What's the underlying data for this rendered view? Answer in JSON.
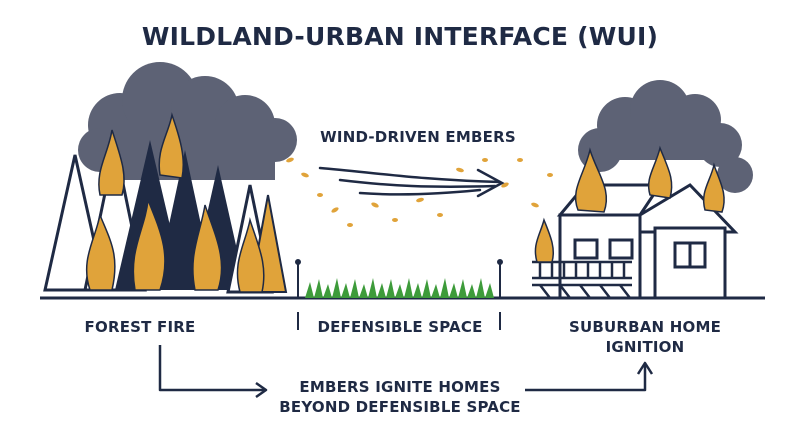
{
  "title": "WILDLAND-URBAN INTERFACE (WUI)",
  "labels": {
    "wind_embers": "WIND-DRIVEN EMBERS",
    "forest_fire": "FOREST FIRE",
    "defensible_space": "DEFENSIBLE SPACE",
    "suburban_home_line1": "SUBURBAN HOME",
    "suburban_home_line2": "IGNITION",
    "embers_ignite_line1": "EMBERS IGNITE HOMES",
    "embers_ignite_line2": "BEYOND DEFENSIBLE SPACE"
  },
  "colors": {
    "navy": "#1f2a44",
    "flame": "#e0a33a",
    "smoke": "#5d6275",
    "grass": "#3d9b3a",
    "background": "#ffffff"
  },
  "icons": [
    "pine-tree-icon",
    "flame-icon",
    "smoke-cloud-icon",
    "ember-icon",
    "wind-arrow-icon",
    "house-icon",
    "fence-post-icon",
    "grass-icon",
    "flow-arrow-icon"
  ]
}
